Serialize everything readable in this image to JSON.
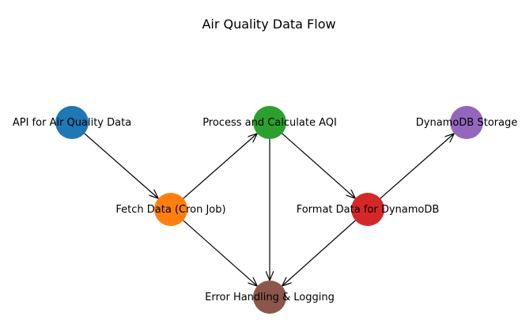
{
  "title": "Air Quality Data Flow",
  "nodes": [
    {
      "id": "api",
      "label": "API for Air Quality Data",
      "color": "#1f77b4"
    },
    {
      "id": "fetch",
      "label": "Fetch Data (Cron Job)",
      "color": "#ff7f0e"
    },
    {
      "id": "process",
      "label": "Process and Calculate AQI",
      "color": "#2ca02c"
    },
    {
      "id": "format",
      "label": "Format Data for DynamoDB",
      "color": "#d62728"
    },
    {
      "id": "dynamo",
      "label": "DynamoDB Storage",
      "color": "#9467bd"
    },
    {
      "id": "error",
      "label": "Error Handling & Logging",
      "color": "#8c564b"
    }
  ],
  "edges": [
    {
      "from": "api",
      "to": "fetch"
    },
    {
      "from": "fetch",
      "to": "process"
    },
    {
      "from": "process",
      "to": "format"
    },
    {
      "from": "format",
      "to": "dynamo"
    },
    {
      "from": "fetch",
      "to": "error"
    },
    {
      "from": "process",
      "to": "error"
    },
    {
      "from": "format",
      "to": "error"
    }
  ]
}
